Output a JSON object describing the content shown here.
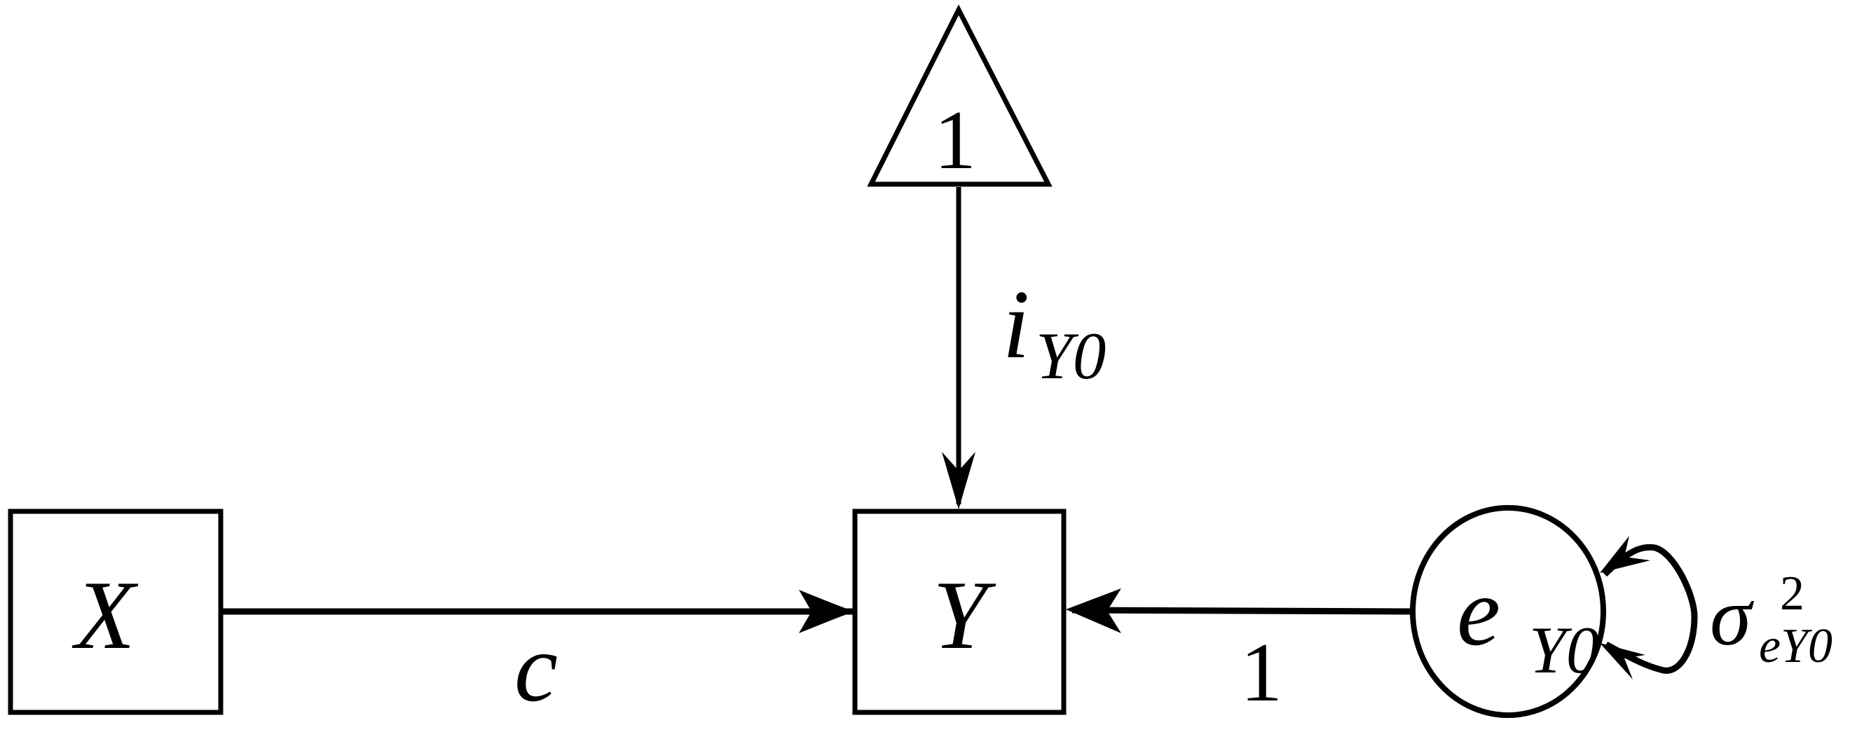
{
  "diagram": {
    "type": "path-diagram",
    "nodes": {
      "x": {
        "label": "X",
        "shape": "rectangle"
      },
      "y": {
        "label": "Y",
        "shape": "rectangle"
      },
      "constant": {
        "label": "1",
        "shape": "triangle"
      },
      "error": {
        "label": "e",
        "subscript": "Y0",
        "shape": "ellipse"
      }
    },
    "edges": {
      "x_to_y": {
        "from": "X",
        "to": "Y",
        "label": "c"
      },
      "constant_to_y": {
        "from": "1",
        "to": "Y",
        "label": "i",
        "label_subscript": "Y0"
      },
      "error_to_y": {
        "from": "e_Y0",
        "to": "Y",
        "label": "1"
      },
      "error_variance": {
        "from": "e_Y0",
        "to": "e_Y0",
        "label": "σ",
        "label_superscript": "2",
        "label_subscript": "eY0"
      }
    },
    "colors": {
      "stroke": "#000000",
      "background": "#ffffff"
    }
  }
}
